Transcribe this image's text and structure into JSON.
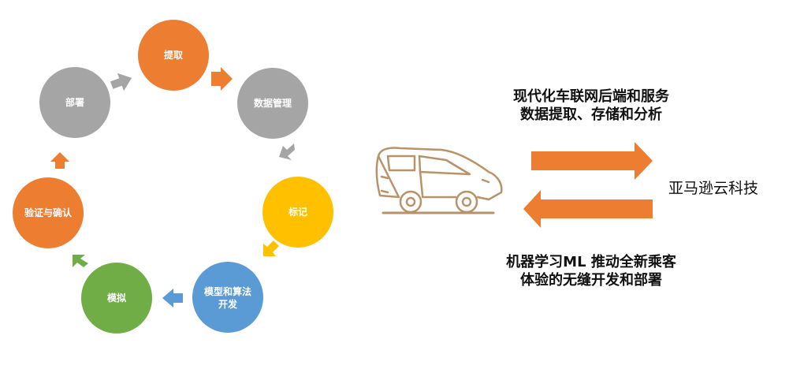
{
  "cycle": {
    "nodes": [
      {
        "label": "提取",
        "color": "#ED7D31"
      },
      {
        "label": "数据管理",
        "color": "#A5A5A5"
      },
      {
        "label": "标记",
        "color": "#FFC000"
      },
      {
        "label": "模型和算法",
        "label2": "开发",
        "color": "#5B9BD5"
      },
      {
        "label": "模拟",
        "color": "#70AD47"
      },
      {
        "label": "验证与确认",
        "color": "#ED7D31"
      },
      {
        "label": "部署",
        "color": "#A5A5A5"
      }
    ],
    "arrow_colors": [
      "#ED7D31",
      "#A5A5A5",
      "#FFC000",
      "#5B9BD5",
      "#70AD47",
      "#ED7D31",
      "#A5A5A5"
    ]
  },
  "flow": {
    "top_lines": [
      "现代化车联网后端和服务",
      "数据提取、存储和分析"
    ],
    "bottom_lines": [
      "机器学习ML 推动全新乘客",
      "体验的无缝开发和部署"
    ],
    "destination": "亚马逊云科技",
    "arrow_color": "#ED7D31"
  },
  "icons": {
    "car": "car-outline-icon",
    "car_color": "#B8936A"
  }
}
